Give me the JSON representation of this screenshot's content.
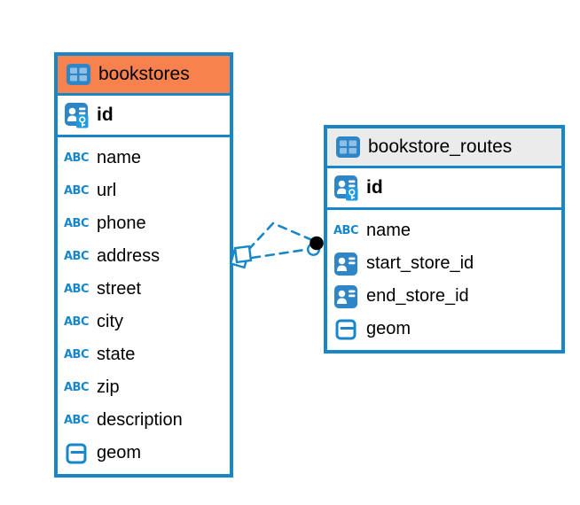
{
  "diagram_type": "entity-relationship",
  "colors": {
    "accent_blue": "#1787C9",
    "bookstores_header": "#F7824D",
    "routes_header": "#EBEBEB",
    "icon_blue": "#2E86C6",
    "text": "#000000"
  },
  "tables": {
    "bookstores": {
      "title": "bookstores",
      "primary_key": "id",
      "fields": [
        {
          "name": "name",
          "type": "text"
        },
        {
          "name": "url",
          "type": "text"
        },
        {
          "name": "phone",
          "type": "text"
        },
        {
          "name": "address",
          "type": "text"
        },
        {
          "name": "street",
          "type": "text"
        },
        {
          "name": "city",
          "type": "text"
        },
        {
          "name": "state",
          "type": "text"
        },
        {
          "name": "zip",
          "type": "text"
        },
        {
          "name": "description",
          "type": "text"
        },
        {
          "name": "geom",
          "type": "geometry"
        }
      ]
    },
    "bookstore_routes": {
      "title": "bookstore_routes",
      "primary_key": "id",
      "fields": [
        {
          "name": "name",
          "type": "text"
        },
        {
          "name": "start_store_id",
          "type": "reference"
        },
        {
          "name": "end_store_id",
          "type": "reference"
        },
        {
          "name": "geom",
          "type": "geometry"
        }
      ]
    }
  },
  "relationship": {
    "from_table": "bookstores",
    "to_table": "bookstore_routes",
    "line_style": "dashed",
    "line_count": 2,
    "color": "#1787C9",
    "from_marker": "stacked-squares",
    "to_marker": "stacked-dots"
  }
}
